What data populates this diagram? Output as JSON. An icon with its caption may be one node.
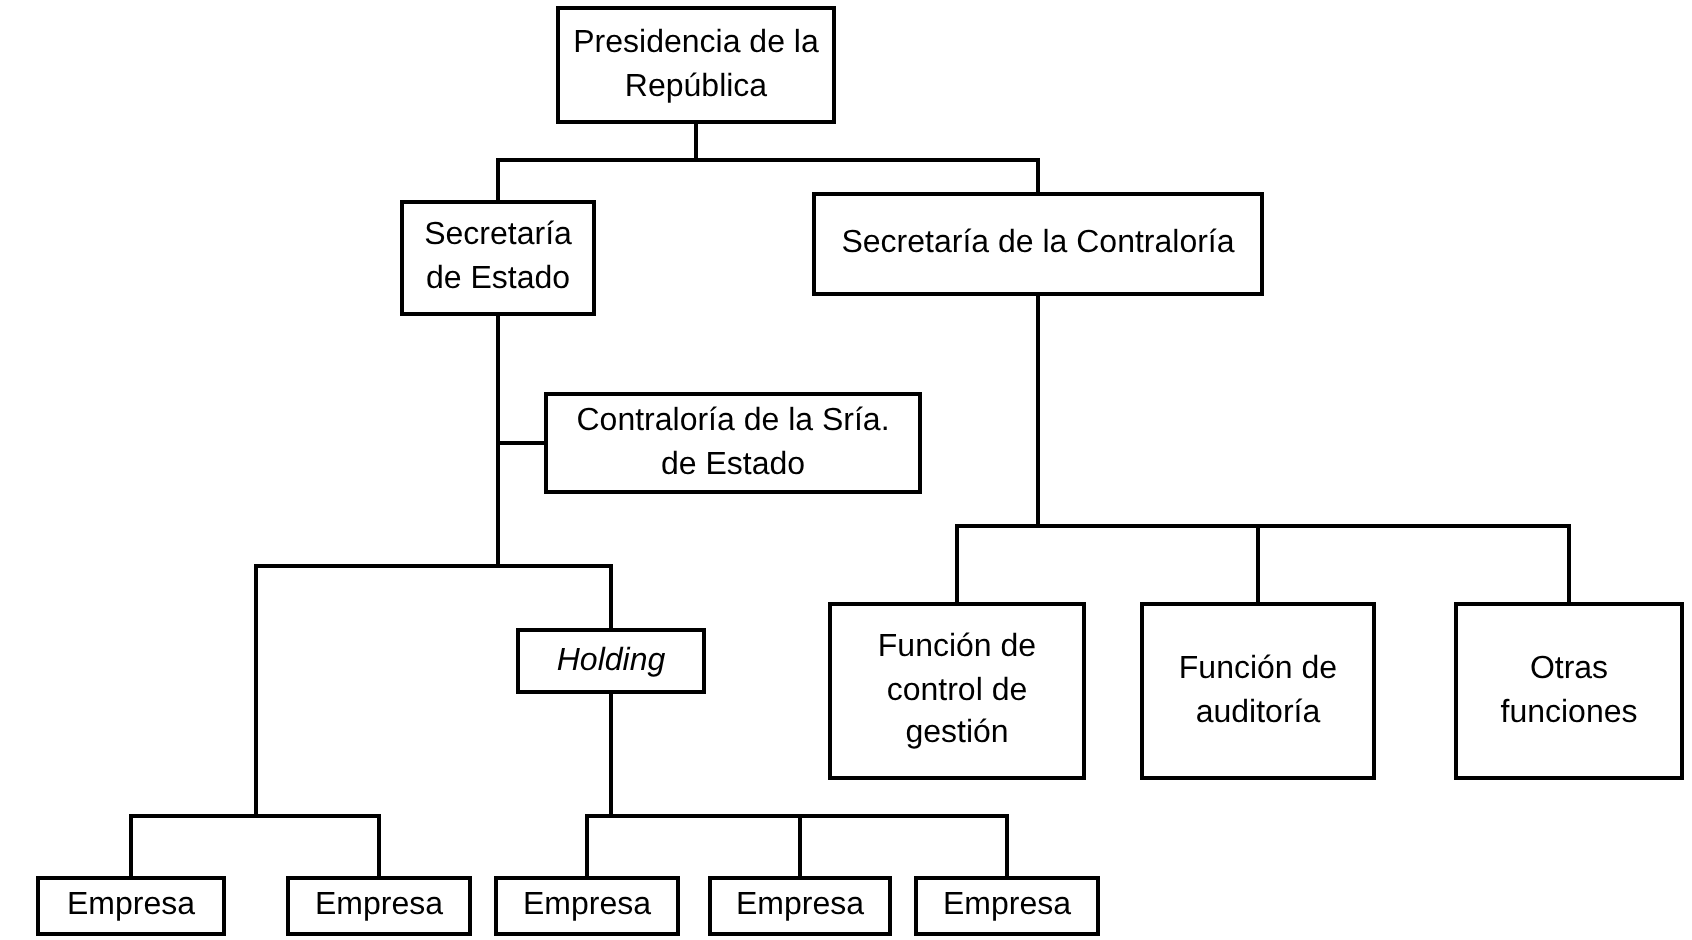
{
  "diagram": {
    "nodes": [
      {
        "text": [
          "Presidencia de la República"
        ]
      },
      {
        "text": [
          "Secretaría de Estado"
        ]
      },
      {
        "text": [
          "Secretaría de la Contraloría"
        ]
      },
      {
        "text": [
          "Contraloría de la Sría. de Estado"
        ]
      },
      {
        "text": [
          "Holding"
        ]
      },
      {
        "text": [
          "Función de control de gestión"
        ]
      },
      {
        "text": [
          "Función de auditoría"
        ]
      },
      {
        "text": [
          "Otras funciones"
        ]
      },
      {
        "text": [
          "Empresa"
        ]
      },
      {
        "text": [
          "Empresa"
        ]
      },
      {
        "text": [
          "Empresa"
        ]
      },
      {
        "text": [
          "Empresa"
        ]
      },
      {
        "text": [
          "Empresa"
        ]
      }
    ],
    "edges": [
      {
        "from": 0,
        "to": 1,
        "arrow": "none"
      },
      {
        "from": 0,
        "to": 2,
        "arrow": "none"
      },
      {
        "from": 1,
        "to": 3,
        "arrow": "none"
      },
      {
        "from": 1,
        "to": 4,
        "arrow": "none"
      },
      {
        "from": 1,
        "to": 8,
        "arrow": "none"
      },
      {
        "from": 1,
        "to": 9,
        "arrow": "none"
      },
      {
        "from": 4,
        "to": 10,
        "arrow": "none"
      },
      {
        "from": 4,
        "to": 11,
        "arrow": "none"
      },
      {
        "from": 4,
        "to": 12,
        "arrow": "none"
      },
      {
        "from": 2,
        "to": 5,
        "arrow": "none"
      },
      {
        "from": 2,
        "to": 6,
        "arrow": "none"
      },
      {
        "from": 2,
        "to": 7,
        "arrow": "none"
      }
    ]
  }
}
